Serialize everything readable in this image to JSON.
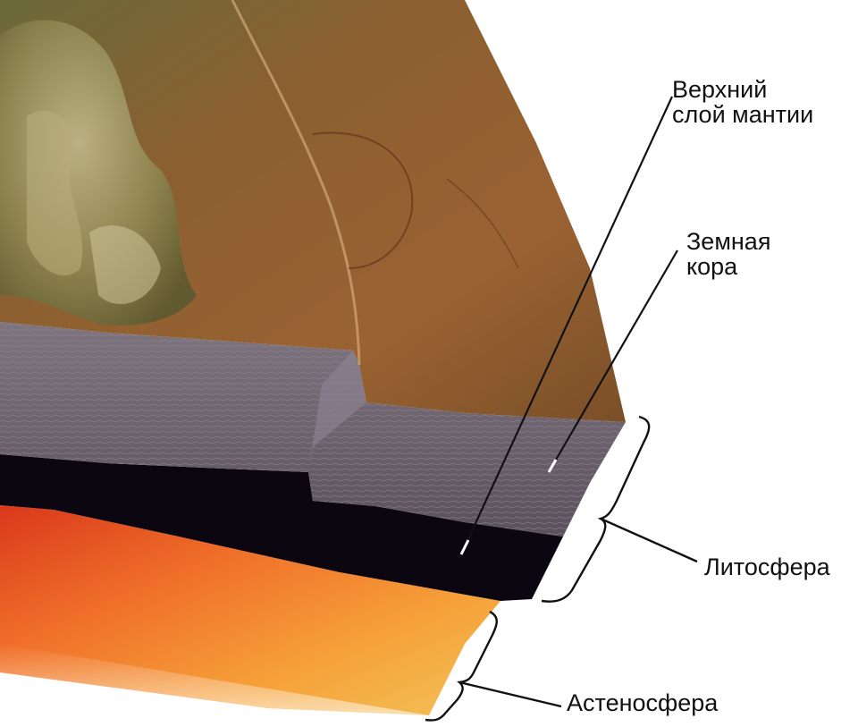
{
  "diagram": {
    "labels": {
      "upper_mantle": {
        "line1": "Верхний",
        "line2": "слой мантии"
      },
      "crust": {
        "line1": "Земная",
        "line2": "кора"
      },
      "lithosphere": "Литосфера",
      "asthenosphere": "Астеносфера"
    },
    "colors": {
      "background": "#ffffff",
      "surface": "#8a5a2b",
      "crust_layer": "#6e6570",
      "upper_mantle_layer": "#0b0610",
      "asthenosphere_layer": "#e8621a",
      "leader_lines": "#111111"
    }
  }
}
